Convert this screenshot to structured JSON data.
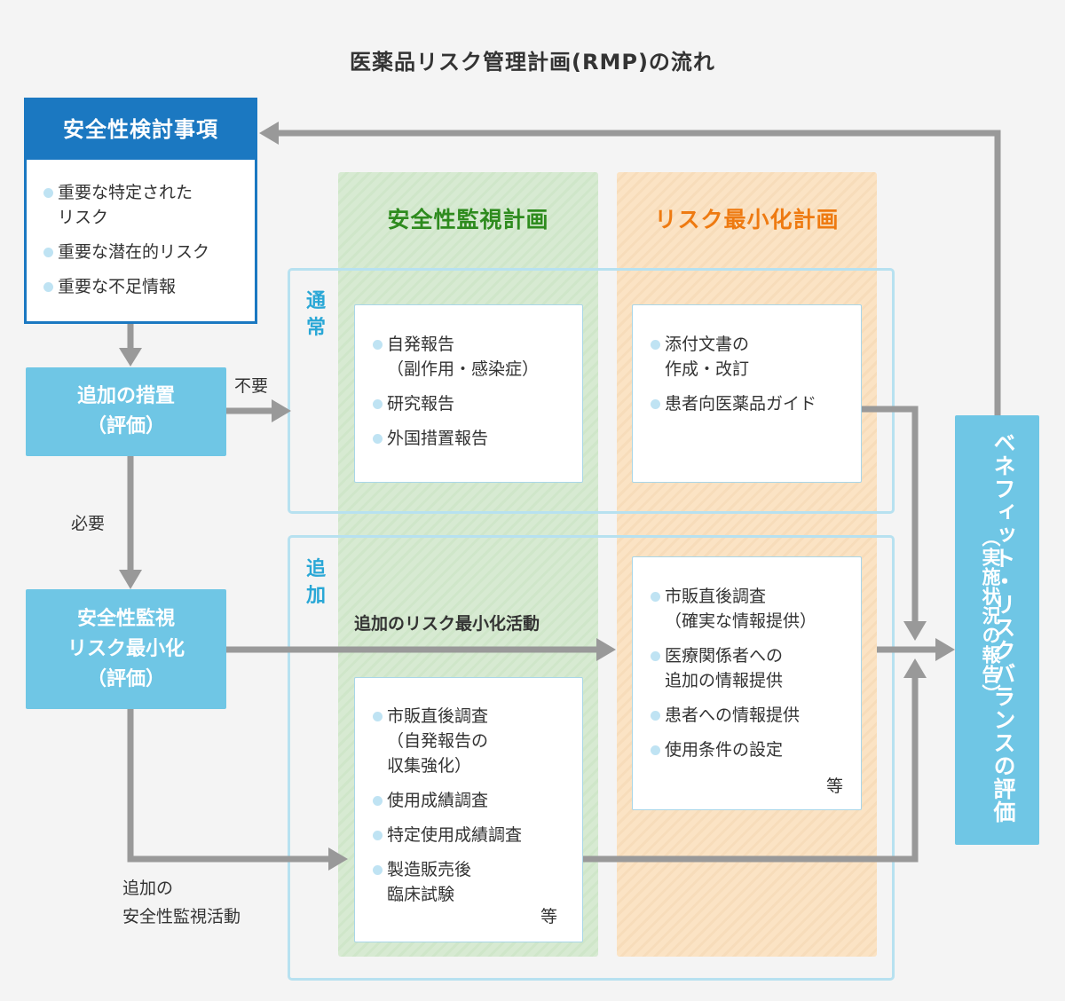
{
  "title": "医薬品リスク管理計画(RMP)の流れ",
  "safety_spec": {
    "heading": "安全性検討事項",
    "items": [
      "重要な特定された\nリスク",
      "重要な潜在的リスク",
      "重要な不足情報"
    ]
  },
  "additional_measures": {
    "line1": "追加の措置",
    "line2": "（評価）"
  },
  "sm_rm_eval": {
    "line1": "安全性監視",
    "line2": "リスク最小化",
    "line3": "（評価）"
  },
  "labels": {
    "unneeded": "不要",
    "needed": "必要",
    "additional_rm_activity": "追加のリスク最小化活動",
    "additional_sm_activity_1": "追加の",
    "additional_sm_activity_2": "安全性監視活動"
  },
  "columns": {
    "safety_monitoring": "安全性監視計画",
    "risk_minimization": "リスク最小化計画"
  },
  "sections": {
    "normal": "通常",
    "additional": "追加"
  },
  "boxes": {
    "sm_normal": [
      "自発報告\n（副作用・感染症）",
      "研究報告",
      "外国措置報告"
    ],
    "rm_normal": [
      "添付文書の\n作成・改訂",
      "患者向医薬品ガイド"
    ],
    "rm_additional": [
      "市販直後調査\n（確実な情報提供）",
      "医療関係者への\n追加の情報提供",
      "患者への情報提供",
      "使用条件の設定"
    ],
    "rm_additional_etc": "等",
    "sm_additional": [
      "市販直後調査\n（自発報告の\n収集強化）",
      "使用成績調査",
      "特定使用成績調査",
      "製造販売後\n臨床試験"
    ],
    "sm_additional_etc": "等"
  },
  "benefit_risk": {
    "sub": "（実施状況の報告）",
    "main": "ベネフィット・リスクバランスの評価"
  },
  "colors": {
    "navy": "#1b78c1",
    "light_blue": "#6fc6e5",
    "arrow_gray": "#999999",
    "green_text": "#2e8b1e",
    "orange_text": "#ee7a11"
  }
}
